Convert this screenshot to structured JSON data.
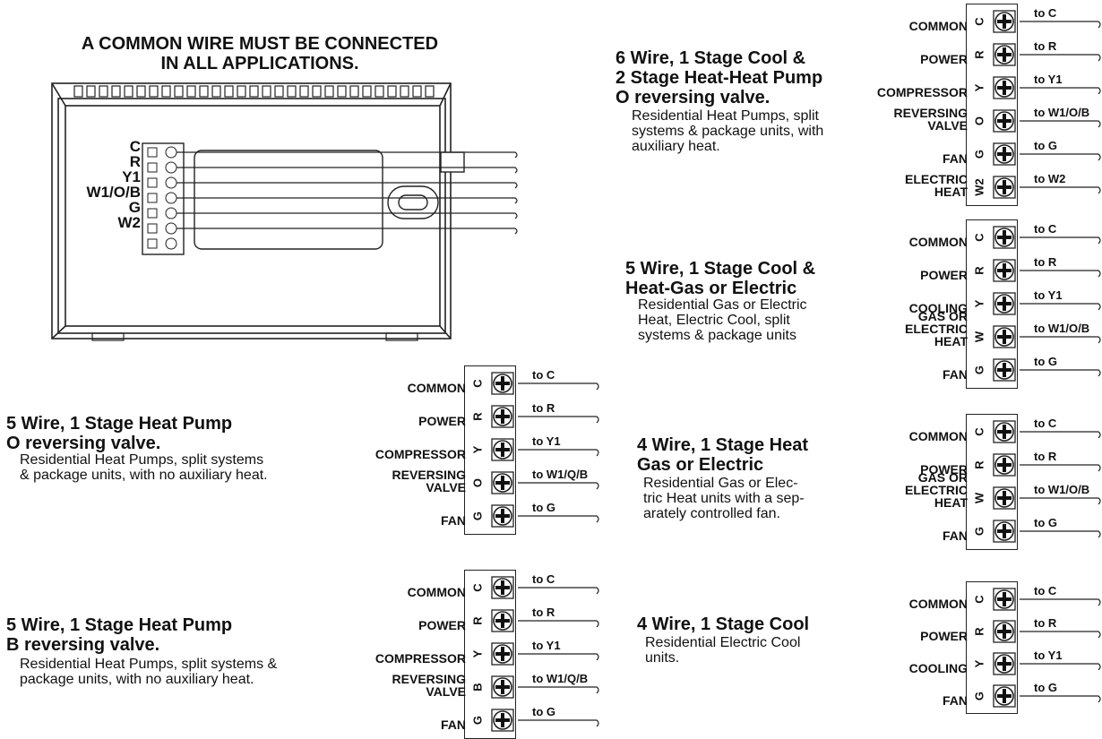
{
  "header": {
    "warning": "A COMMON WIRE MUST BE CONNECTED\nIN ALL APPLICATIONS."
  },
  "thermostat": {
    "terminals": [
      "C",
      "R",
      "Y1",
      "W1/O/B",
      "G",
      "W2"
    ]
  },
  "diagrams": [
    {
      "id": "d6",
      "title": "6 Wire, 1 Stage Cool &\n2 Stage Heat-Heat Pump\nO reversing valve.",
      "description": "Residential Heat Pumps, split\nsystems & package units, with\nauxiliary heat.",
      "rows": [
        {
          "label": "COMMON",
          "code": "C",
          "dest": "to C"
        },
        {
          "label": "POWER",
          "code": "R",
          "dest": "to R"
        },
        {
          "label": "COMPRESSOR",
          "code": "Y",
          "dest": "to Y1"
        },
        {
          "label": "REVERSING\nVALVE",
          "code": "O",
          "dest": "to W1/O/B"
        },
        {
          "label": "FAN",
          "code": "G",
          "dest": "to G"
        },
        {
          "label": "ELECTRIC\nHEAT",
          "code": "W2",
          "dest": "to W2"
        }
      ]
    },
    {
      "id": "d5g",
      "title": "5 Wire, 1 Stage Cool &\nHeat-Gas or Electric",
      "description": "Residential Gas or Electric\nHeat, Electric Cool, split\nsystems & package units",
      "rows": [
        {
          "label": "COMMON",
          "code": "C",
          "dest": "to C"
        },
        {
          "label": "POWER",
          "code": "R",
          "dest": "to R"
        },
        {
          "label": "COOLING",
          "code": "Y",
          "dest": "to Y1"
        },
        {
          "label": "GAS OR\nELECTRIC\nHEAT",
          "code": "W",
          "dest": "to W1/O/B"
        },
        {
          "label": "FAN",
          "code": "G",
          "dest": "to G"
        }
      ]
    },
    {
      "id": "d4h",
      "title": "4 Wire, 1 Stage Heat\nGas or Electric",
      "description": "Residential Gas or Elec-\ntric Heat units with a sep-\narately controlled fan.",
      "rows": [
        {
          "label": "COMMON",
          "code": "C",
          "dest": "to C"
        },
        {
          "label": "POWER",
          "code": "R",
          "dest": "to R"
        },
        {
          "label": "GAS OR\nELECTRIC\nHEAT",
          "code": "W",
          "dest": "to W1/O/B"
        },
        {
          "label": "FAN",
          "code": "G",
          "dest": "to G"
        }
      ]
    },
    {
      "id": "d4c",
      "title": "4 Wire, 1 Stage Cool",
      "description": "Residential Electric Cool\nunits.",
      "rows": [
        {
          "label": "COMMON",
          "code": "C",
          "dest": "to C"
        },
        {
          "label": "POWER",
          "code": "R",
          "dest": "to R"
        },
        {
          "label": "COOLING",
          "code": "Y",
          "dest": "to Y1"
        },
        {
          "label": "FAN",
          "code": "G",
          "dest": "to G"
        }
      ]
    },
    {
      "id": "d5o",
      "title": "5 Wire, 1 Stage Heat Pump\nO reversing valve.",
      "description": "Residential Heat Pumps, split systems\n& package units, with no auxiliary heat.",
      "rows": [
        {
          "label": "COMMON",
          "code": "C",
          "dest": "to C"
        },
        {
          "label": "POWER",
          "code": "R",
          "dest": "to R"
        },
        {
          "label": "COMPRESSOR",
          "code": "Y",
          "dest": "to Y1"
        },
        {
          "label": "REVERSING VALVE",
          "code": "O",
          "dest": "to W1/Q/B"
        },
        {
          "label": "FAN",
          "code": "G",
          "dest": "to G"
        }
      ]
    },
    {
      "id": "d5b",
      "title": "5 Wire, 1 Stage Heat Pump\nB reversing valve.",
      "description": "Residential Heat Pumps, split systems &\npackage units, with no auxiliary heat.",
      "rows": [
        {
          "label": "COMMON",
          "code": "C",
          "dest": "to C"
        },
        {
          "label": "POWER",
          "code": "R",
          "dest": "to R"
        },
        {
          "label": "COMPRESSOR",
          "code": "Y",
          "dest": "to Y1"
        },
        {
          "label": "REVERSING VALVE",
          "code": "B",
          "dest": "to W1/Q/B"
        },
        {
          "label": "FAN",
          "code": "G",
          "dest": "to G"
        }
      ]
    }
  ]
}
